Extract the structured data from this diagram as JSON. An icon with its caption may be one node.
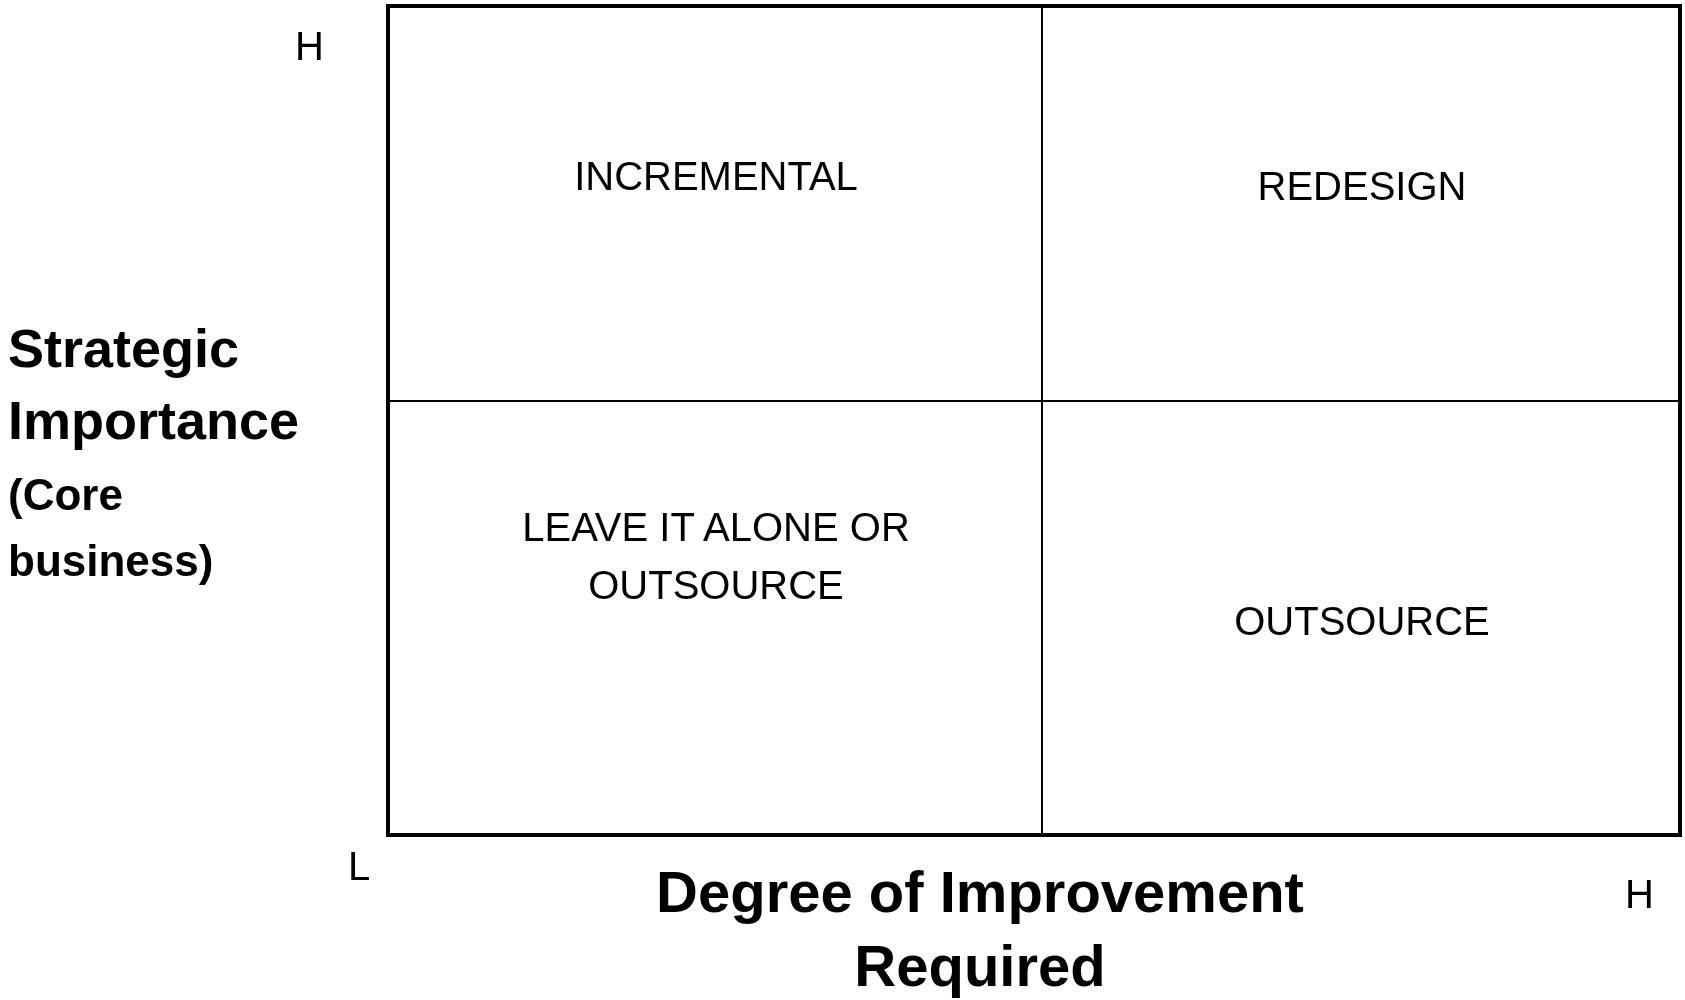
{
  "diagram": {
    "nodes": [
      {
        "text": [
          "INCREMENTAL"
        ]
      },
      {
        "text": [
          "REDESIGN"
        ]
      },
      {
        "text": [
          "LEAVE IT ALONE OR OUTSOURCE"
        ]
      },
      {
        "text": [
          "OUTSOURCE"
        ]
      }
    ],
    "labels": [
      "H",
      "Strategic Importance",
      "(Core business)",
      "L",
      "Degree of Improvement Required",
      "H"
    ]
  }
}
